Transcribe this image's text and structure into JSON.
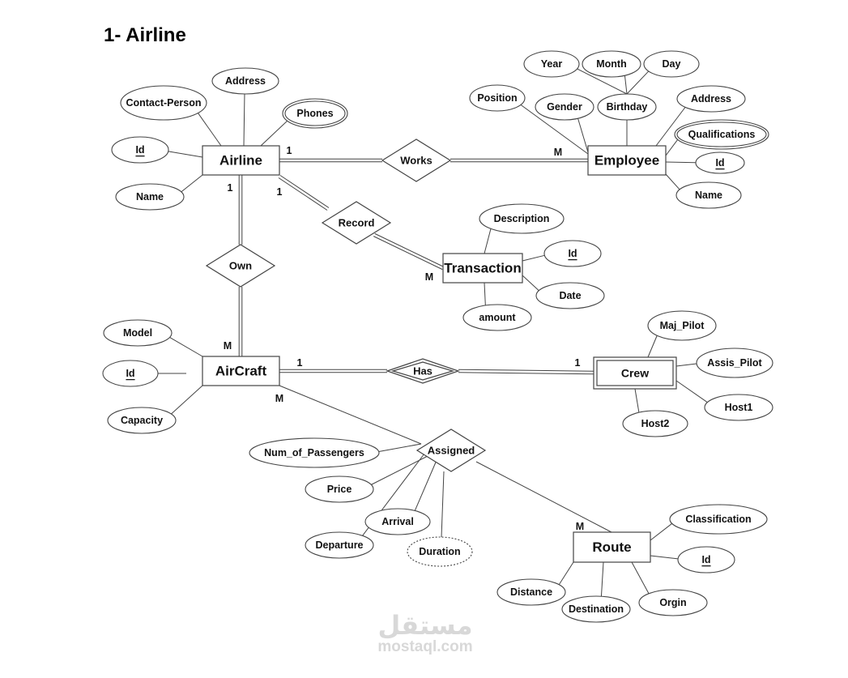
{
  "title": "1- Airline",
  "watermark": {
    "arabic": "مستقل",
    "latin": "mostaql.com"
  },
  "entities": [
    {
      "label": "Airline",
      "weak": false
    },
    {
      "label": "Employee",
      "weak": false
    },
    {
      "label": "Transaction",
      "weak": false
    },
    {
      "label": "AirCraft",
      "weak": false
    },
    {
      "label": "Crew",
      "weak": true
    },
    {
      "label": "Route",
      "weak": false
    }
  ],
  "relationships": [
    {
      "label": "Works",
      "identifying": false
    },
    {
      "label": "Record",
      "identifying": false
    },
    {
      "label": "Own",
      "identifying": false
    },
    {
      "label": "Has",
      "identifying": true
    },
    {
      "label": "Assigned",
      "identifying": false
    }
  ],
  "attributes": [
    {
      "label": "Address",
      "kind": "normal"
    },
    {
      "label": "Contact-Person",
      "kind": "normal"
    },
    {
      "label": "Phones",
      "kind": "multivalued"
    },
    {
      "label": "Id",
      "kind": "key"
    },
    {
      "label": "Name",
      "kind": "normal"
    },
    {
      "label": "Year",
      "kind": "normal"
    },
    {
      "label": "Month",
      "kind": "normal"
    },
    {
      "label": "Day",
      "kind": "normal"
    },
    {
      "label": "Position",
      "kind": "normal"
    },
    {
      "label": "Gender",
      "kind": "normal"
    },
    {
      "label": "Birthday",
      "kind": "normal"
    },
    {
      "label": "Address",
      "kind": "normal"
    },
    {
      "label": "Qualifications",
      "kind": "multivalued"
    },
    {
      "label": "Id",
      "kind": "key"
    },
    {
      "label": "Name",
      "kind": "normal"
    },
    {
      "label": "Description",
      "kind": "normal"
    },
    {
      "label": "Id",
      "kind": "key"
    },
    {
      "label": "Date",
      "kind": "normal"
    },
    {
      "label": "amount",
      "kind": "normal"
    },
    {
      "label": "Model",
      "kind": "normal"
    },
    {
      "label": "Id",
      "kind": "key"
    },
    {
      "label": "Capacity",
      "kind": "normal"
    },
    {
      "label": "Maj_Pilot",
      "kind": "normal"
    },
    {
      "label": "Assis_Pilot",
      "kind": "normal"
    },
    {
      "label": "Host1",
      "kind": "normal"
    },
    {
      "label": "Host2",
      "kind": "normal"
    },
    {
      "label": "Num_of_Passengers",
      "kind": "normal"
    },
    {
      "label": "Price",
      "kind": "normal"
    },
    {
      "label": "Arrival",
      "kind": "normal"
    },
    {
      "label": "Departure",
      "kind": "normal"
    },
    {
      "label": "Duration",
      "kind": "derived"
    },
    {
      "label": "Classification",
      "kind": "normal"
    },
    {
      "label": "Id",
      "kind": "key"
    },
    {
      "label": "Distance",
      "kind": "normal"
    },
    {
      "label": "Destination",
      "kind": "normal"
    },
    {
      "label": "Orgin",
      "kind": "normal"
    }
  ],
  "cardinalities": [
    "1",
    "M",
    "1",
    "1",
    "M",
    "M",
    "1",
    "1",
    "M",
    "M"
  ]
}
